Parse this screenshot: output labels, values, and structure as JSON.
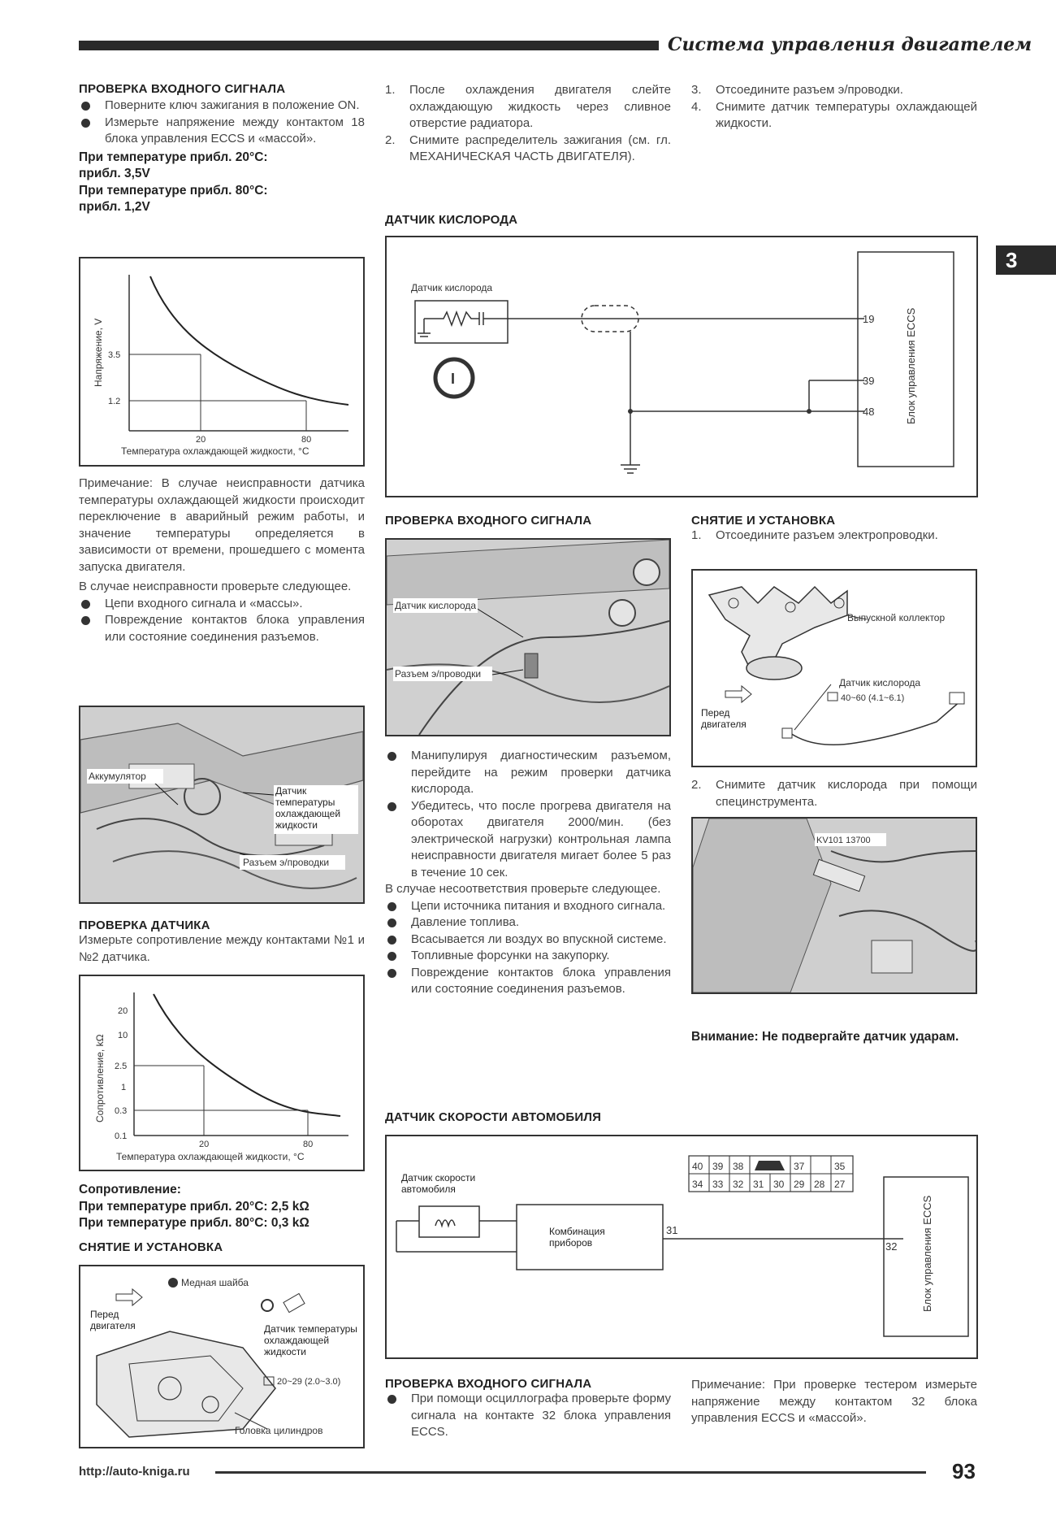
{
  "header": {
    "title": "Система управления двигателем",
    "chapter": "3"
  },
  "col1": {
    "sec1": {
      "heading": "ПРОВЕРКА ВХОДНОГО СИГНАЛА",
      "bullets": [
        "Поверните ключ зажигания в положение ON.",
        "Измерьте напряжение между контактом 18 блока управления ECCS и «массой»."
      ],
      "spec1": "При температуре прибл. 20°С:",
      "val1": "прибл. 3,5V",
      "spec2": "При температуре прибл. 80°С:",
      "val2": "прибл. 1,2V"
    },
    "chart1": {
      "ylabel": "Напряжение, V",
      "xlabel": "Температура охлаждающей жидкости, °С",
      "yticks": [
        "3.5",
        "1.2"
      ],
      "xticks": [
        "20",
        "80"
      ]
    },
    "note": "Примечание: В случае неисправности датчика температуры охлаждающей жидкости происходит переключение в аварийный режим работы, и значение температуры определяется в зависимости от времени, прошедшего с момента запуска двигателя.",
    "check_intro": "В случае неисправности проверьте следующее.",
    "check_bullets": [
      "Цепи входного сигнала и «массы».",
      "Повреждение контактов блока управления или состояние соединения разъемов."
    ],
    "photo1": {
      "label_battery": "Аккумулятор",
      "label_sensor": "Датчик температуры охлаждающей жидкости",
      "label_connector": "Разъем э/проводки"
    },
    "sec2": {
      "heading": "ПРОВЕРКА ДАТЧИКА",
      "text": "Измерьте сопротивление между контактами №1 и №2 датчика."
    },
    "chart2": {
      "ylabel": "Сопротивление, kΩ",
      "xlabel": "Температура охлаждающей жидкости, °С",
      "yticks": [
        "20",
        "10",
        "2.5",
        "1",
        "0.3",
        "0.1"
      ],
      "xticks": [
        "20",
        "80"
      ]
    },
    "resistance": {
      "title": "Сопротивление:",
      "line1": "При температуре прибл. 20°С: 2,5 kΩ",
      "line2": "При температуре прибл. 80°С: 0,3 kΩ"
    },
    "sec3": {
      "heading": "СНЯТИЕ И УСТАНОВКА"
    },
    "fig3": {
      "washer": "Медная шайба",
      "front": "Перед двигателя",
      "sensor": "Датчик температуры охлаждающей жидкости",
      "torque": "20~29 (2.0~3.0)",
      "head": "Головка цилиндров"
    }
  },
  "col2": {
    "steps": [
      {
        "num": "1.",
        "text": "После охлаждения двигателя слейте охлаждающую жидкость через сливное отверстие радиатора."
      },
      {
        "num": "2.",
        "text": "Снимите распределитель зажигания (см. гл. МЕХАНИЧЕСКАЯ ЧАСТЬ ДВИГАТЕЛЯ)."
      }
    ],
    "o2": {
      "heading": "ДАТЧИК КИСЛОРОДА",
      "sensor_label": "Датчик кислорода",
      "pin19": "19",
      "pin39": "39",
      "pin48": "48",
      "ecu": "Блок управления ECCS",
      "circle": "I"
    },
    "sec4": {
      "heading": "ПРОВЕРКА ВХОДНОГО СИГНАЛА",
      "photo_sensor": "Датчик кислорода",
      "photo_connector": "Разъем э/проводки",
      "bullets": [
        "Манипулируя диагностическим разъемом, перейдите на режим проверки датчика кислорода.",
        "Убедитесь, что после прогрева двигателя на оборотах двигателя 2000/мин. (без электрической нагрузки) контрольная лампа неисправности двигателя мигает более 5 раз в течение 10 сек."
      ],
      "intro2": "В случае несоответствия проверьте следующее.",
      "bullets2": [
        "Цепи источника питания и входного сигнала.",
        "Давление топлива.",
        "Всасывается ли воздух во впускной системе.",
        "Топливные форсунки на закупорку.",
        "Повреждение контактов блока управления или состояние соединения разъемов."
      ]
    },
    "vss": {
      "heading": "ДАТЧИК СКОРОСТИ АВТОМОБИЛЯ",
      "sensor": "Датчик скорости автомобиля",
      "combo": "Комбинация приборов",
      "pin31": "31",
      "pin32": "32",
      "ecu": "Блок управления ECCS",
      "conn_top": [
        "40",
        "39",
        "38",
        "",
        "37",
        "",
        "35"
      ],
      "conn_bottom": [
        "34",
        "33",
        "32",
        "31",
        "30",
        "29",
        "28",
        "27"
      ]
    },
    "sec5": {
      "heading": "ПРОВЕРКА ВХОДНОГО СИГНАЛА",
      "bullet": "При помощи осциллографа проверьте форму сигнала на контакте 32 блока управления ECCS."
    }
  },
  "col3": {
    "steps": [
      {
        "num": "3.",
        "text": "Отсоедините разъем э/проводки."
      },
      {
        "num": "4.",
        "text": "Снимите датчик температуры охлаждающей жидкости."
      }
    ],
    "sec6": {
      "heading": "СНЯТИЕ И УСТАНОВКА",
      "step1": "Отсоедините разъем электропроводки.",
      "step1_num": "1.",
      "manifold": "Выпускной коллектор",
      "front": "Перед двигателя",
      "sensor": "Датчик кислорода",
      "torque": "40~60 (4.1~6.1)",
      "step2_num": "2.",
      "step2": "Снимите датчик кислорода при помощи специнструмента.",
      "tool": "KV101 13700",
      "warning": "Внимание: Не подвергайте датчик ударам."
    },
    "note": "Примечание: При проверке тестером измерьте напряжение между контактом 32 блока управления ECCS и «массой»."
  },
  "footer": {
    "url": "http://auto-kniga.ru",
    "page": "93"
  }
}
